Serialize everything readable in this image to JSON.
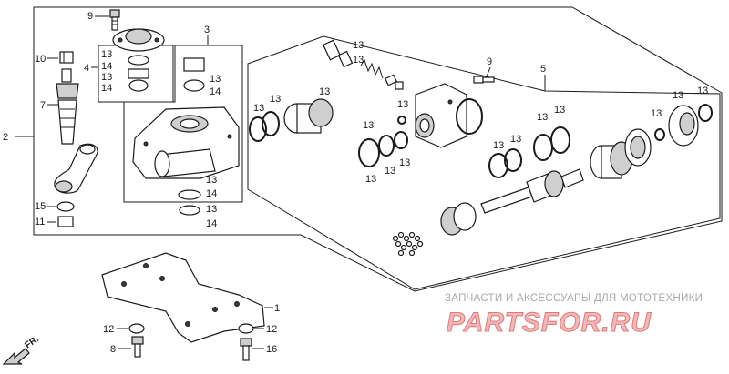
{
  "callouts": {
    "c1": "1",
    "c2": "2",
    "c3": "3",
    "c4": "4",
    "c5": "5",
    "c7": "7",
    "c8": "8",
    "c9a": "9",
    "c9b": "9",
    "c10": "10",
    "c11": "11",
    "c12a": "12",
    "c12b": "12",
    "c13_a": "13",
    "c13_b": "13",
    "c14_a": "14",
    "c14_b": "14",
    "c13_c": "13",
    "c14_c": "14",
    "c13_d": "13",
    "c14_d": "14",
    "c13_e": "13",
    "c14_e": "14",
    "c13_f": "13",
    "c13_g": "13",
    "c13_h": "13",
    "c13_i": "13",
    "c13_j": "13",
    "c13_k": "13",
    "c13_l": "13",
    "c13_m": "13",
    "c13_n": "13",
    "c13_o": "13",
    "c13_p": "13",
    "c13_q": "13",
    "c13_r": "13",
    "c13_s": "13",
    "c13_t": "13",
    "c13_u": "13",
    "c13_v": "13",
    "c15": "15",
    "c16": "16"
  },
  "watermark": {
    "tagline": "ЗАПЧАСТИ И АКСЕССУАРЫ ДЛЯ МОТОТЕХНИКИ",
    "brand": "PARTSFOR.RU"
  },
  "direction": {
    "label": "FR."
  },
  "colors": {
    "ink": "#1a1a1a",
    "watermark_fill": "#f2b8b8",
    "watermark_stroke": "#e07878",
    "tagline": "#a9a9a9"
  }
}
